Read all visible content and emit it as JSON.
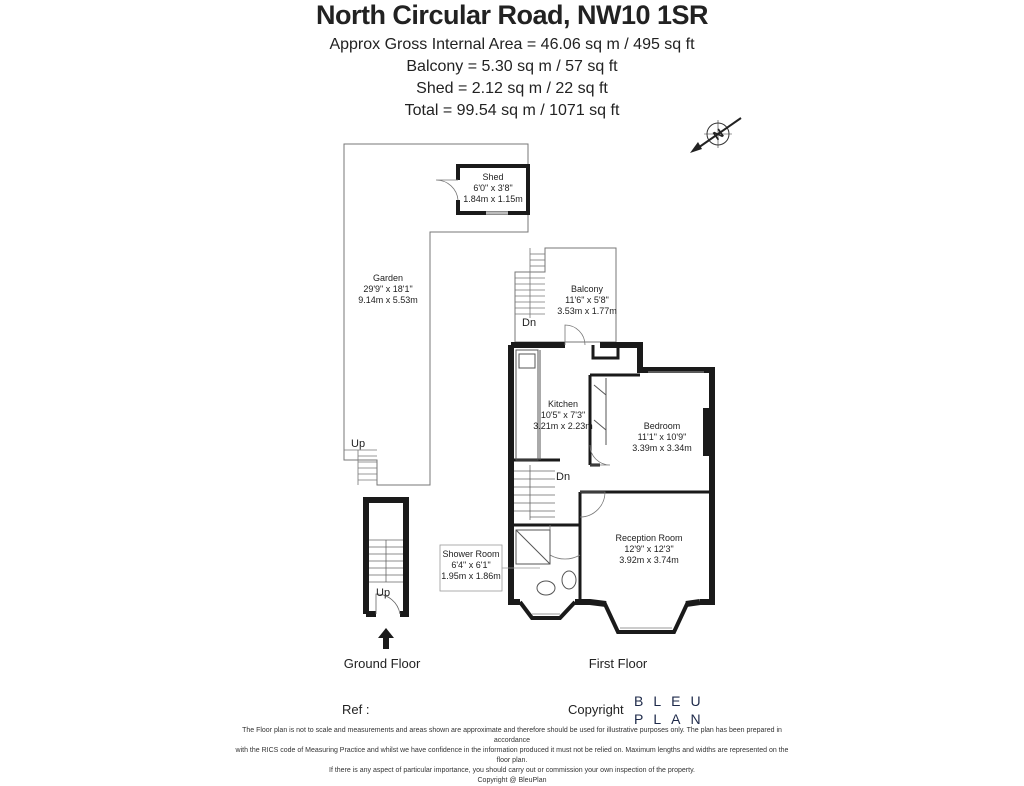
{
  "header": {
    "title": "North Circular Road, NW10 1SR",
    "areas": [
      "Approx Gross Internal Area = 46.06 sq m / 495 sq ft",
      "Balcony = 5.30 sq m / 57 sq ft",
      "Shed = 2.12 sq m / 22 sq ft",
      "Total = 99.54 sq m / 1071 sq ft"
    ]
  },
  "compass": {
    "label": "N",
    "icon": "north-arrow-icon"
  },
  "rooms": {
    "shed": {
      "name": "Shed",
      "imperial": "6'0\" x 3'8\"",
      "metric": "1.84m x 1.15m"
    },
    "garden": {
      "name": "Garden",
      "imperial": "29'9\" x 18'1\"",
      "metric": "9.14m x 5.53m"
    },
    "balcony": {
      "name": "Balcony",
      "imperial": "11'6\" x 5'8\"",
      "metric": "3.53m x 1.77m"
    },
    "kitchen": {
      "name": "Kitchen",
      "imperial": "10'5\" x 7'3\"",
      "metric": "3.21m x 2.23m"
    },
    "bedroom": {
      "name": "Bedroom",
      "imperial": "11'1\" x 10'9\"",
      "metric": "3.39m x 3.34m"
    },
    "reception": {
      "name": "Reception Room",
      "imperial": "12'9\" x 12'3\"",
      "metric": "3.92m x 3.74m"
    },
    "shower": {
      "name": "Shower Room",
      "imperial": "6'4\" x 6'1\"",
      "metric": "1.95m x 1.86m"
    }
  },
  "stair_labels": {
    "dn_balcony": "Dn",
    "up_garden": "Up",
    "dn_internal": "Dn",
    "up_ground": "Up"
  },
  "floors": {
    "ground": "Ground Floor",
    "first": "First Floor"
  },
  "footer": {
    "ref": "Ref :",
    "copyright": "Copyright",
    "logo_line1": "BLEU",
    "logo_line2": "PLAN",
    "disclaimer_lines": [
      "The Floor plan is not to scale and measurements and areas shown are approximate and therefore should be used for illustrative purposes only. The plan has been prepared in accordance",
      "with the RICS code of Measuring Practice and whilst we have confidence in the information produced it must not be relied on. Maximum lengths and widths are represented on the floor plan.",
      "If there is any aspect of particular importance, you should carry out or commission your own inspection of the property.",
      "Copyright @ BleuPlan"
    ]
  },
  "colors": {
    "wall": "#1a1a1a",
    "outline": "#666666",
    "logo": "#1e2a4a"
  }
}
